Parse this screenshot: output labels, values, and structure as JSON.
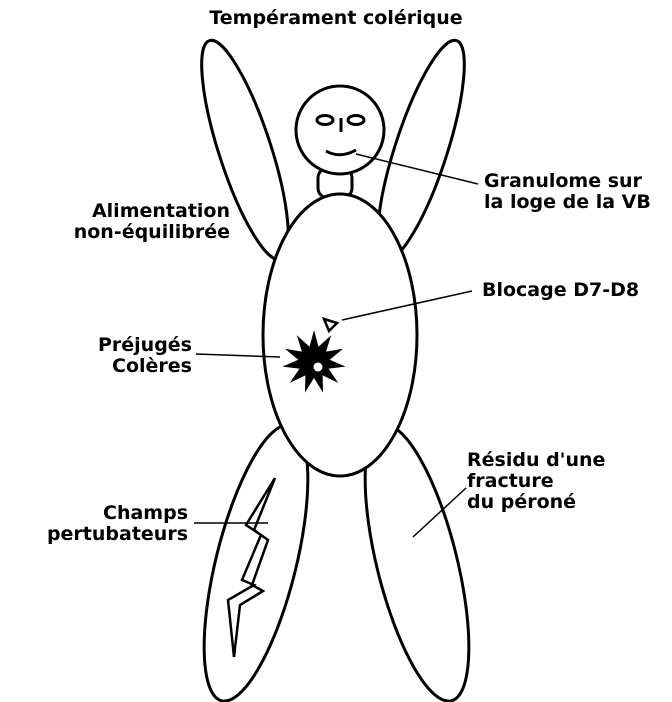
{
  "title": "Tempérament colérique",
  "labels": {
    "granulome": [
      "Granulome sur",
      "la loge de la VB"
    ],
    "alimentation": [
      "Alimentation",
      "non-équilibrée"
    ],
    "blocage": [
      "Blocage D7-D8"
    ],
    "prejuges": [
      "Préjugés",
      "Colères"
    ],
    "residu": [
      "Résidu d'une",
      "fracture",
      "du péroné"
    ],
    "champs": [
      "Champs",
      "pertubateurs"
    ]
  }
}
